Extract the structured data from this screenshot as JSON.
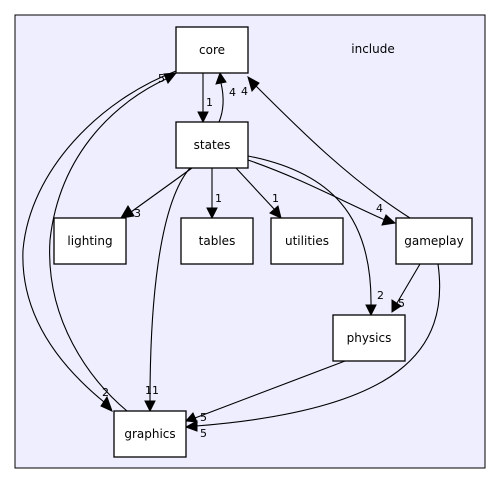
{
  "cluster": {
    "label": "include"
  },
  "nodes": [
    {
      "id": "core",
      "label": "core"
    },
    {
      "id": "states",
      "label": "states"
    },
    {
      "id": "lighting",
      "label": "lighting"
    },
    {
      "id": "tables",
      "label": "tables"
    },
    {
      "id": "utilities",
      "label": "utilities"
    },
    {
      "id": "gameplay",
      "label": "gameplay"
    },
    {
      "id": "physics",
      "label": "physics"
    },
    {
      "id": "graphics",
      "label": "graphics"
    }
  ],
  "edges": [
    {
      "from": "core",
      "to": "states",
      "label": "1"
    },
    {
      "from": "states",
      "to": "core",
      "label": "4"
    },
    {
      "from": "states",
      "to": "lighting",
      "label": "3"
    },
    {
      "from": "states",
      "to": "tables",
      "label": "1"
    },
    {
      "from": "states",
      "to": "utilities",
      "label": "1"
    },
    {
      "from": "states",
      "to": "gameplay",
      "label": "4"
    },
    {
      "from": "states",
      "to": "physics",
      "label": "2"
    },
    {
      "from": "states",
      "to": "graphics",
      "label": "11"
    },
    {
      "from": "gameplay",
      "to": "core",
      "label": "4"
    },
    {
      "from": "gameplay",
      "to": "physics",
      "label": "5"
    },
    {
      "from": "gameplay",
      "to": "graphics",
      "label": "5"
    },
    {
      "from": "physics",
      "to": "graphics",
      "label": "5"
    },
    {
      "from": "graphics",
      "to": "core",
      "label": "5"
    },
    {
      "from": "core",
      "to": "graphics",
      "label": "2"
    }
  ]
}
